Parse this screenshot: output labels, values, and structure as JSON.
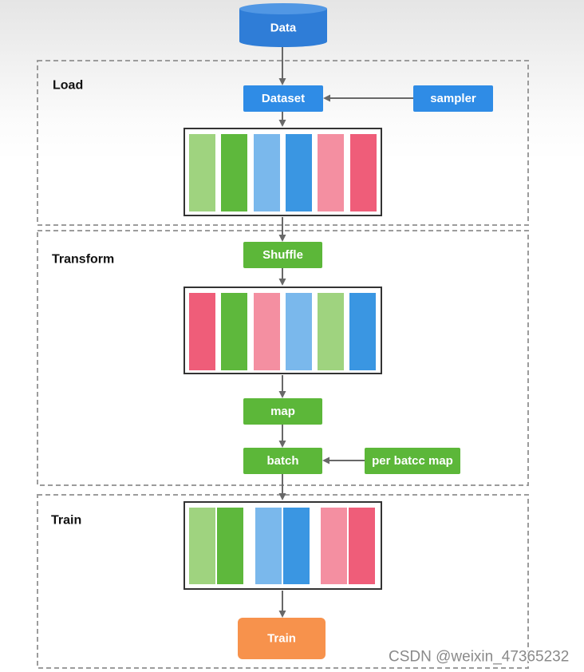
{
  "colors": {
    "arrow": "#686868",
    "stage_border": "#9c9c9c",
    "buffer_border": "#333333",
    "watermark": "#8a8a8a"
  },
  "source": {
    "label": "Data",
    "color_body": "#2f7dd7",
    "color_top": "#5197e4"
  },
  "stages": {
    "load": "Load",
    "transform": "Transform",
    "train": "Train"
  },
  "nodes": {
    "dataset": {
      "label": "Dataset",
      "color": "#2f8ce6"
    },
    "sampler": {
      "label": "sampler",
      "color": "#2f8ce6"
    },
    "shuffle": {
      "label": "Shuffle",
      "color": "#5cb739"
    },
    "map": {
      "label": "map",
      "color": "#5cb739"
    },
    "batch": {
      "label": "batch",
      "color": "#5cb739"
    },
    "per_batch_map": {
      "label": "per batcc map",
      "color": "#5cb739"
    },
    "train": {
      "label": "Train",
      "color": "#f7924c"
    }
  },
  "buffers": {
    "loaded": [
      "#9fd37f",
      "#5eb83c",
      "#7ab8ec",
      "#3a96e2",
      "#f48fa1",
      "#ef5d79"
    ],
    "shuffled": [
      "#ef5d79",
      "#5eb83c",
      "#f48fa1",
      "#7ab8ec",
      "#9fd37f",
      "#3a96e2"
    ],
    "batched": [
      "#9fd37f",
      "#5eb83c",
      "#7ab8ec",
      "#3a96e2",
      "#f48fa1",
      "#ef5d79"
    ]
  },
  "watermark": "CSDN @weixin_47365232"
}
